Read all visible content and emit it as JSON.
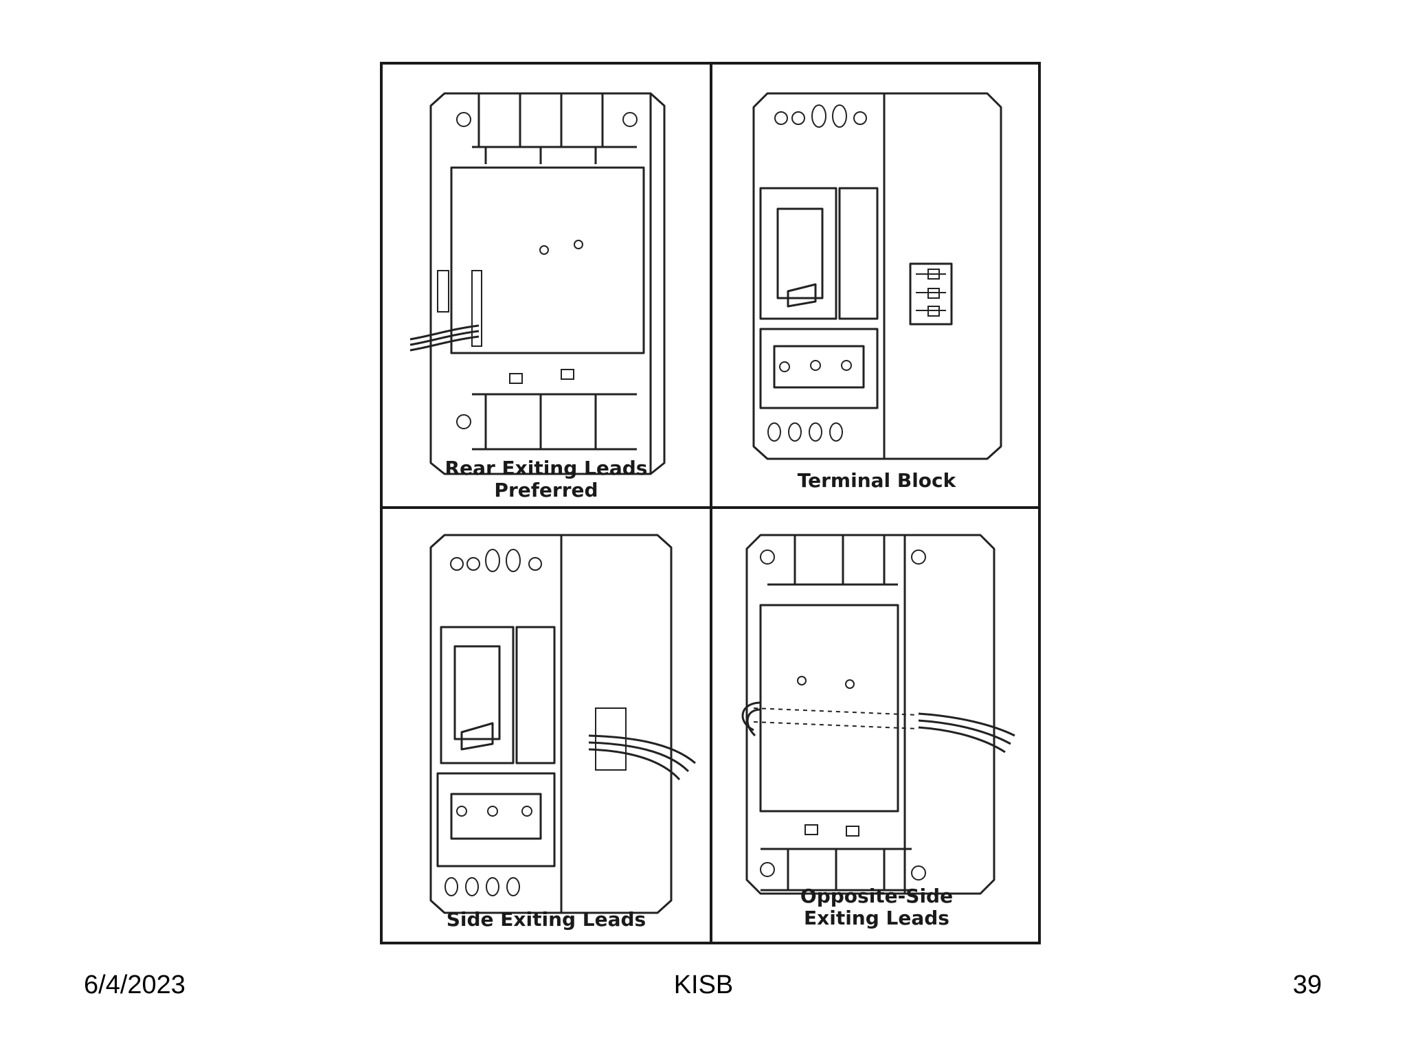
{
  "figure": {
    "panels": [
      {
        "caption_line1": "Rear Exiting Leads",
        "caption_line2": "Preferred"
      },
      {
        "caption_line1": "Terminal Block",
        "caption_line2": ""
      },
      {
        "caption_line1": "Side Exiting Leads",
        "caption_line2": ""
      },
      {
        "caption_line1": "Opposite-Side",
        "caption_line2": "Exiting Leads"
      }
    ]
  },
  "footer": {
    "date": "6/4/2023",
    "center": "KISB",
    "page_number": "39"
  }
}
